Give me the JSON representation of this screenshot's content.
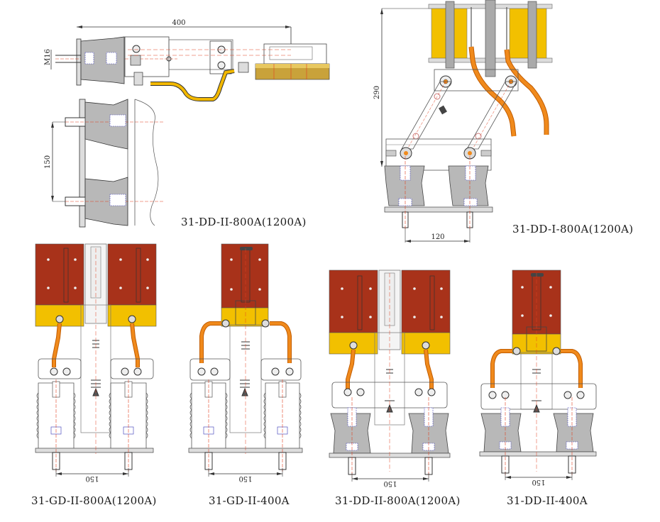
{
  "title": "Disconnect switch / earthing switch dimensional drawings",
  "colors": {
    "yellow": "#f2c000",
    "dark_yellow": "#c9a23a",
    "red_brown": "#a8321a",
    "orange_strap": "#f08a1c",
    "insulator_gray": "#b8b8b8",
    "outline": "#333333",
    "centerline": "#e04020",
    "hidden_line": "#5050c0"
  },
  "diagrams": [
    {
      "id": "dd-ii-800a-side",
      "caption": "31-DD-II-800A(1200A)",
      "dimensions": {
        "length": "400",
        "thread": "M16",
        "spacing": "150"
      }
    },
    {
      "id": "dd-i-800a",
      "caption": "31-DD-I-800A(1200A)",
      "dimensions": {
        "height": "290",
        "spacing": "120"
      }
    },
    {
      "id": "gd-ii-800a",
      "caption": "31-GD-II-800A(1200A)",
      "dimensions": {
        "spacing": "150"
      }
    },
    {
      "id": "gd-ii-400a",
      "caption": "31-GD-II-400A",
      "dimensions": {
        "spacing": "150"
      }
    },
    {
      "id": "dd-ii-800a-front",
      "caption": "31-DD-II-800A(1200A)",
      "dimensions": {
        "spacing": "150"
      }
    },
    {
      "id": "dd-ii-400a",
      "caption": "31-DD-II-400A",
      "dimensions": {
        "spacing": "150"
      }
    }
  ]
}
